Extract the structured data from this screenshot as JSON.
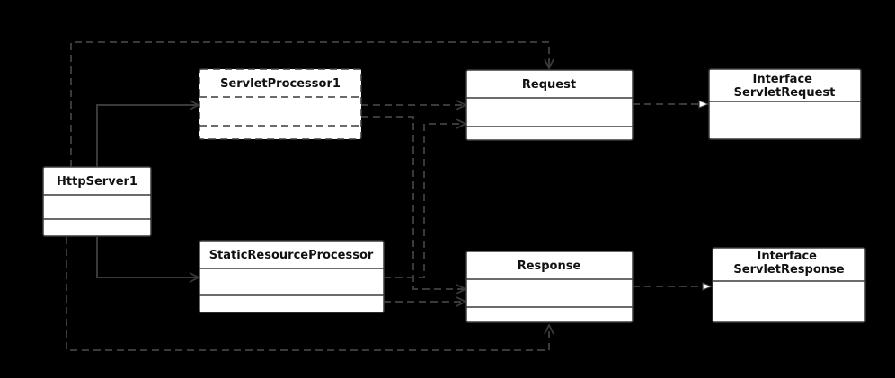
{
  "diagram": {
    "type": "uml-class-diagram",
    "background_color": "#000000",
    "box_fill": "#ffffff",
    "stroke_color": "#3a3a3a",
    "classes": {
      "httpserver": {
        "name": [
          "HttpServer1"
        ]
      },
      "servletprocessor": {
        "name": [
          "ServletProcessor1"
        ]
      },
      "staticprocessor": {
        "name": [
          "StaticResourceProcessor"
        ]
      },
      "request": {
        "name": [
          "Request"
        ]
      },
      "response": {
        "name": [
          "Response"
        ]
      },
      "servletrequest": {
        "name": [
          "Interface",
          "ServletRequest"
        ]
      },
      "servletresponse": {
        "name": [
          "Interface",
          "ServletResponse"
        ]
      }
    },
    "relationships": [
      {
        "from": "HttpServer1",
        "to": "ServletProcessor1",
        "kind": "association"
      },
      {
        "from": "HttpServer1",
        "to": "StaticResourceProcessor",
        "kind": "association"
      },
      {
        "from": "HttpServer1",
        "to": "Request",
        "kind": "dependency"
      },
      {
        "from": "HttpServer1",
        "to": "Response",
        "kind": "dependency"
      },
      {
        "from": "ServletProcessor1",
        "to": "Request",
        "kind": "dependency"
      },
      {
        "from": "ServletProcessor1",
        "to": "Response",
        "kind": "dependency"
      },
      {
        "from": "StaticResourceProcessor",
        "to": "Request",
        "kind": "dependency"
      },
      {
        "from": "StaticResourceProcessor",
        "to": "Response",
        "kind": "dependency"
      },
      {
        "from": "Request",
        "to": "ServletRequest",
        "kind": "realization"
      },
      {
        "from": "Response",
        "to": "ServletResponse",
        "kind": "realization"
      }
    ]
  }
}
